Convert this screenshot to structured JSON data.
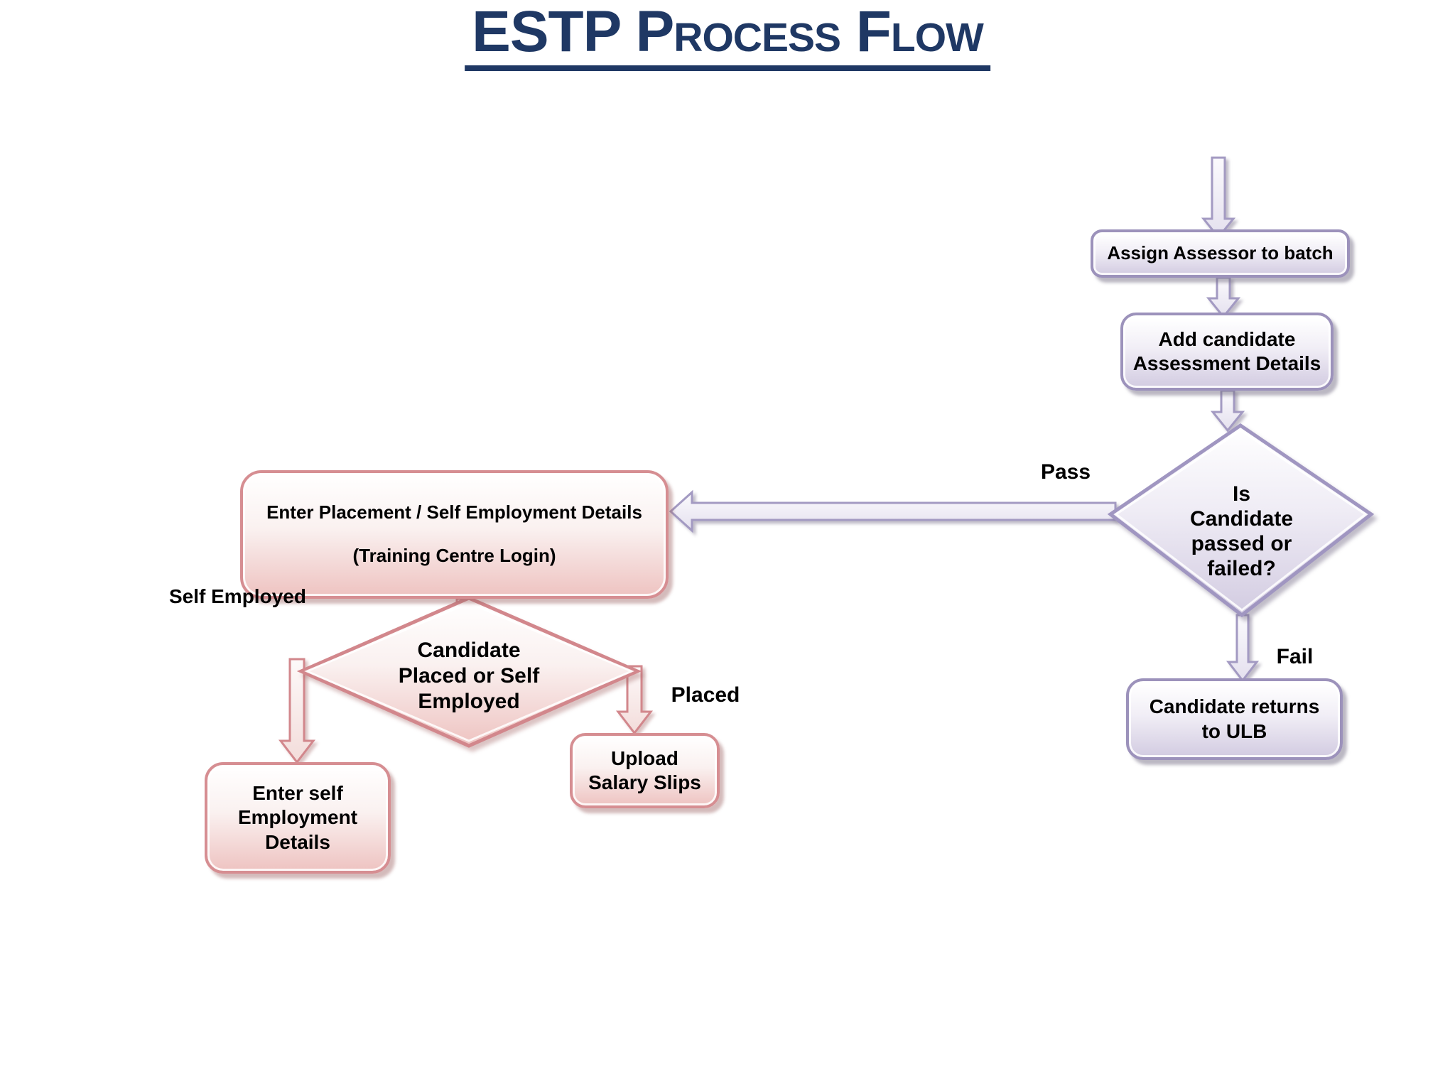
{
  "title": "ESTP Process Flow",
  "nodes": {
    "assign_assessor": {
      "label": "Assign Assessor to batch"
    },
    "add_candidate": {
      "lines": [
        "Add candidate",
        "Assessment Details"
      ]
    },
    "pass_fail_decision": {
      "lines": [
        "Is",
        "Candidate",
        "passed or",
        "failed?"
      ]
    },
    "candidate_returns": {
      "lines": [
        "Candidate returns",
        "to ULB"
      ]
    },
    "enter_placement": {
      "lines": [
        "Enter Placement / Self Employment Details",
        "(Training Centre Login)"
      ]
    },
    "placed_decision": {
      "lines": [
        "Candidate",
        "Placed or Self",
        "Employed"
      ]
    },
    "enter_self_employment": {
      "lines": [
        "Enter self",
        "Employment",
        "Details"
      ]
    },
    "upload_salary": {
      "lines": [
        "Upload",
        "Salary Slips"
      ]
    }
  },
  "edge_labels": {
    "pass": "Pass",
    "fail": "Fail",
    "self_employed": "Self Employed",
    "placed": "Placed"
  },
  "colors": {
    "title_text": "#1f3864",
    "purple_border": "#9c92bb",
    "purple_fill": "#d2cbe1",
    "pink_border": "#d68e92",
    "pink_fill": "#eec3c1"
  }
}
